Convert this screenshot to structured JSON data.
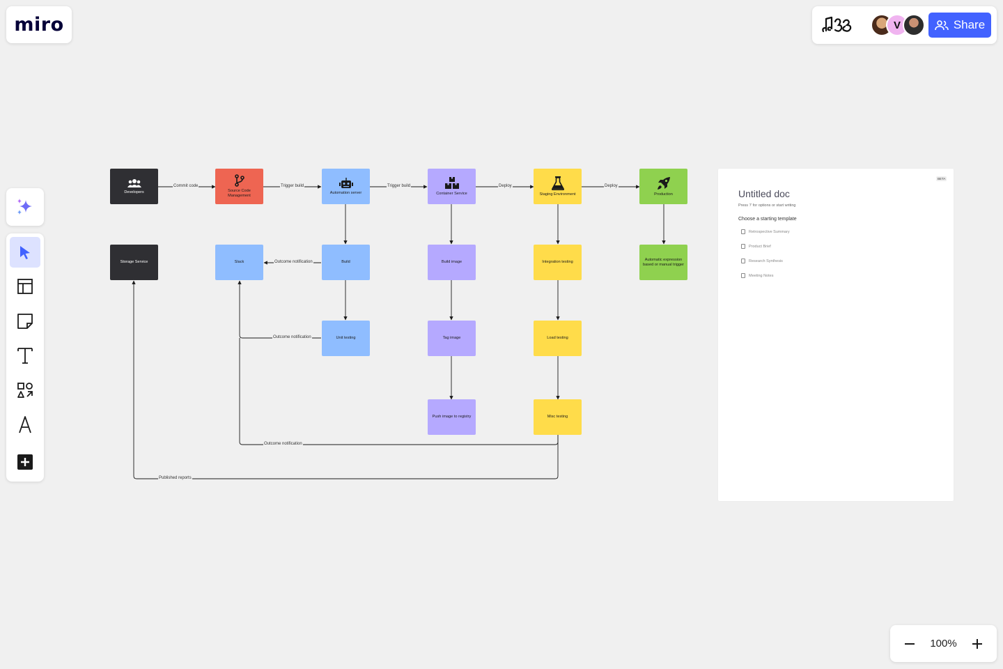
{
  "app": {
    "logo_text": "miro",
    "share_label": "Share",
    "avatar_initial": "V",
    "zoom_level": "100%",
    "accent_color": "#4262ff"
  },
  "toolbar": {
    "icons": [
      "ai-sparkle-icon",
      "select-icon",
      "templates-icon",
      "sticky-note-icon",
      "text-icon",
      "shapes-icon",
      "pen-icon",
      "add-icon"
    ]
  },
  "diagram": {
    "nodes": {
      "developers": "Developers",
      "scm": "Source Code Management",
      "automation": "Automation server",
      "container": "Container Service",
      "staging": "Staging Environment",
      "production": "Production",
      "storage": "Storage Service",
      "slack": "Slack",
      "build": "Build",
      "build_image": "Build image",
      "integration": "Integration testing",
      "auto_expr": "Automatic expression based or manual trigger",
      "unit_testing": "Unit testing",
      "tag_image": "Tag image",
      "load_testing": "Load testing",
      "push_image": "Push image to registry",
      "misc_testing": "Misc testing"
    },
    "edges": {
      "commit_code": "Commit code",
      "trigger_build_1": "Trigger build",
      "trigger_build_2": "Trigger build",
      "deploy_1": "Deploy",
      "deploy_2": "Deploy",
      "outcome_1": "Outcome notification",
      "outcome_2": "Outcome notification",
      "outcome_3": "Outcome notification",
      "published_reports": "Published reports"
    },
    "colors": {
      "dark": "#2f2f33",
      "red": "#ee6552",
      "blue": "#8fbdff",
      "purple": "#b5a9ff",
      "yellow": "#ffdc4a",
      "green": "#8fd14f"
    }
  },
  "doc": {
    "badge": "BETA",
    "title": "Untitled doc",
    "hint": "Press '/' for options or start writing",
    "subtitle": "Choose a starting template",
    "templates": [
      "Retrospective Summary",
      "Product Brief",
      "Research Synthesis",
      "Meeting Notes"
    ]
  }
}
